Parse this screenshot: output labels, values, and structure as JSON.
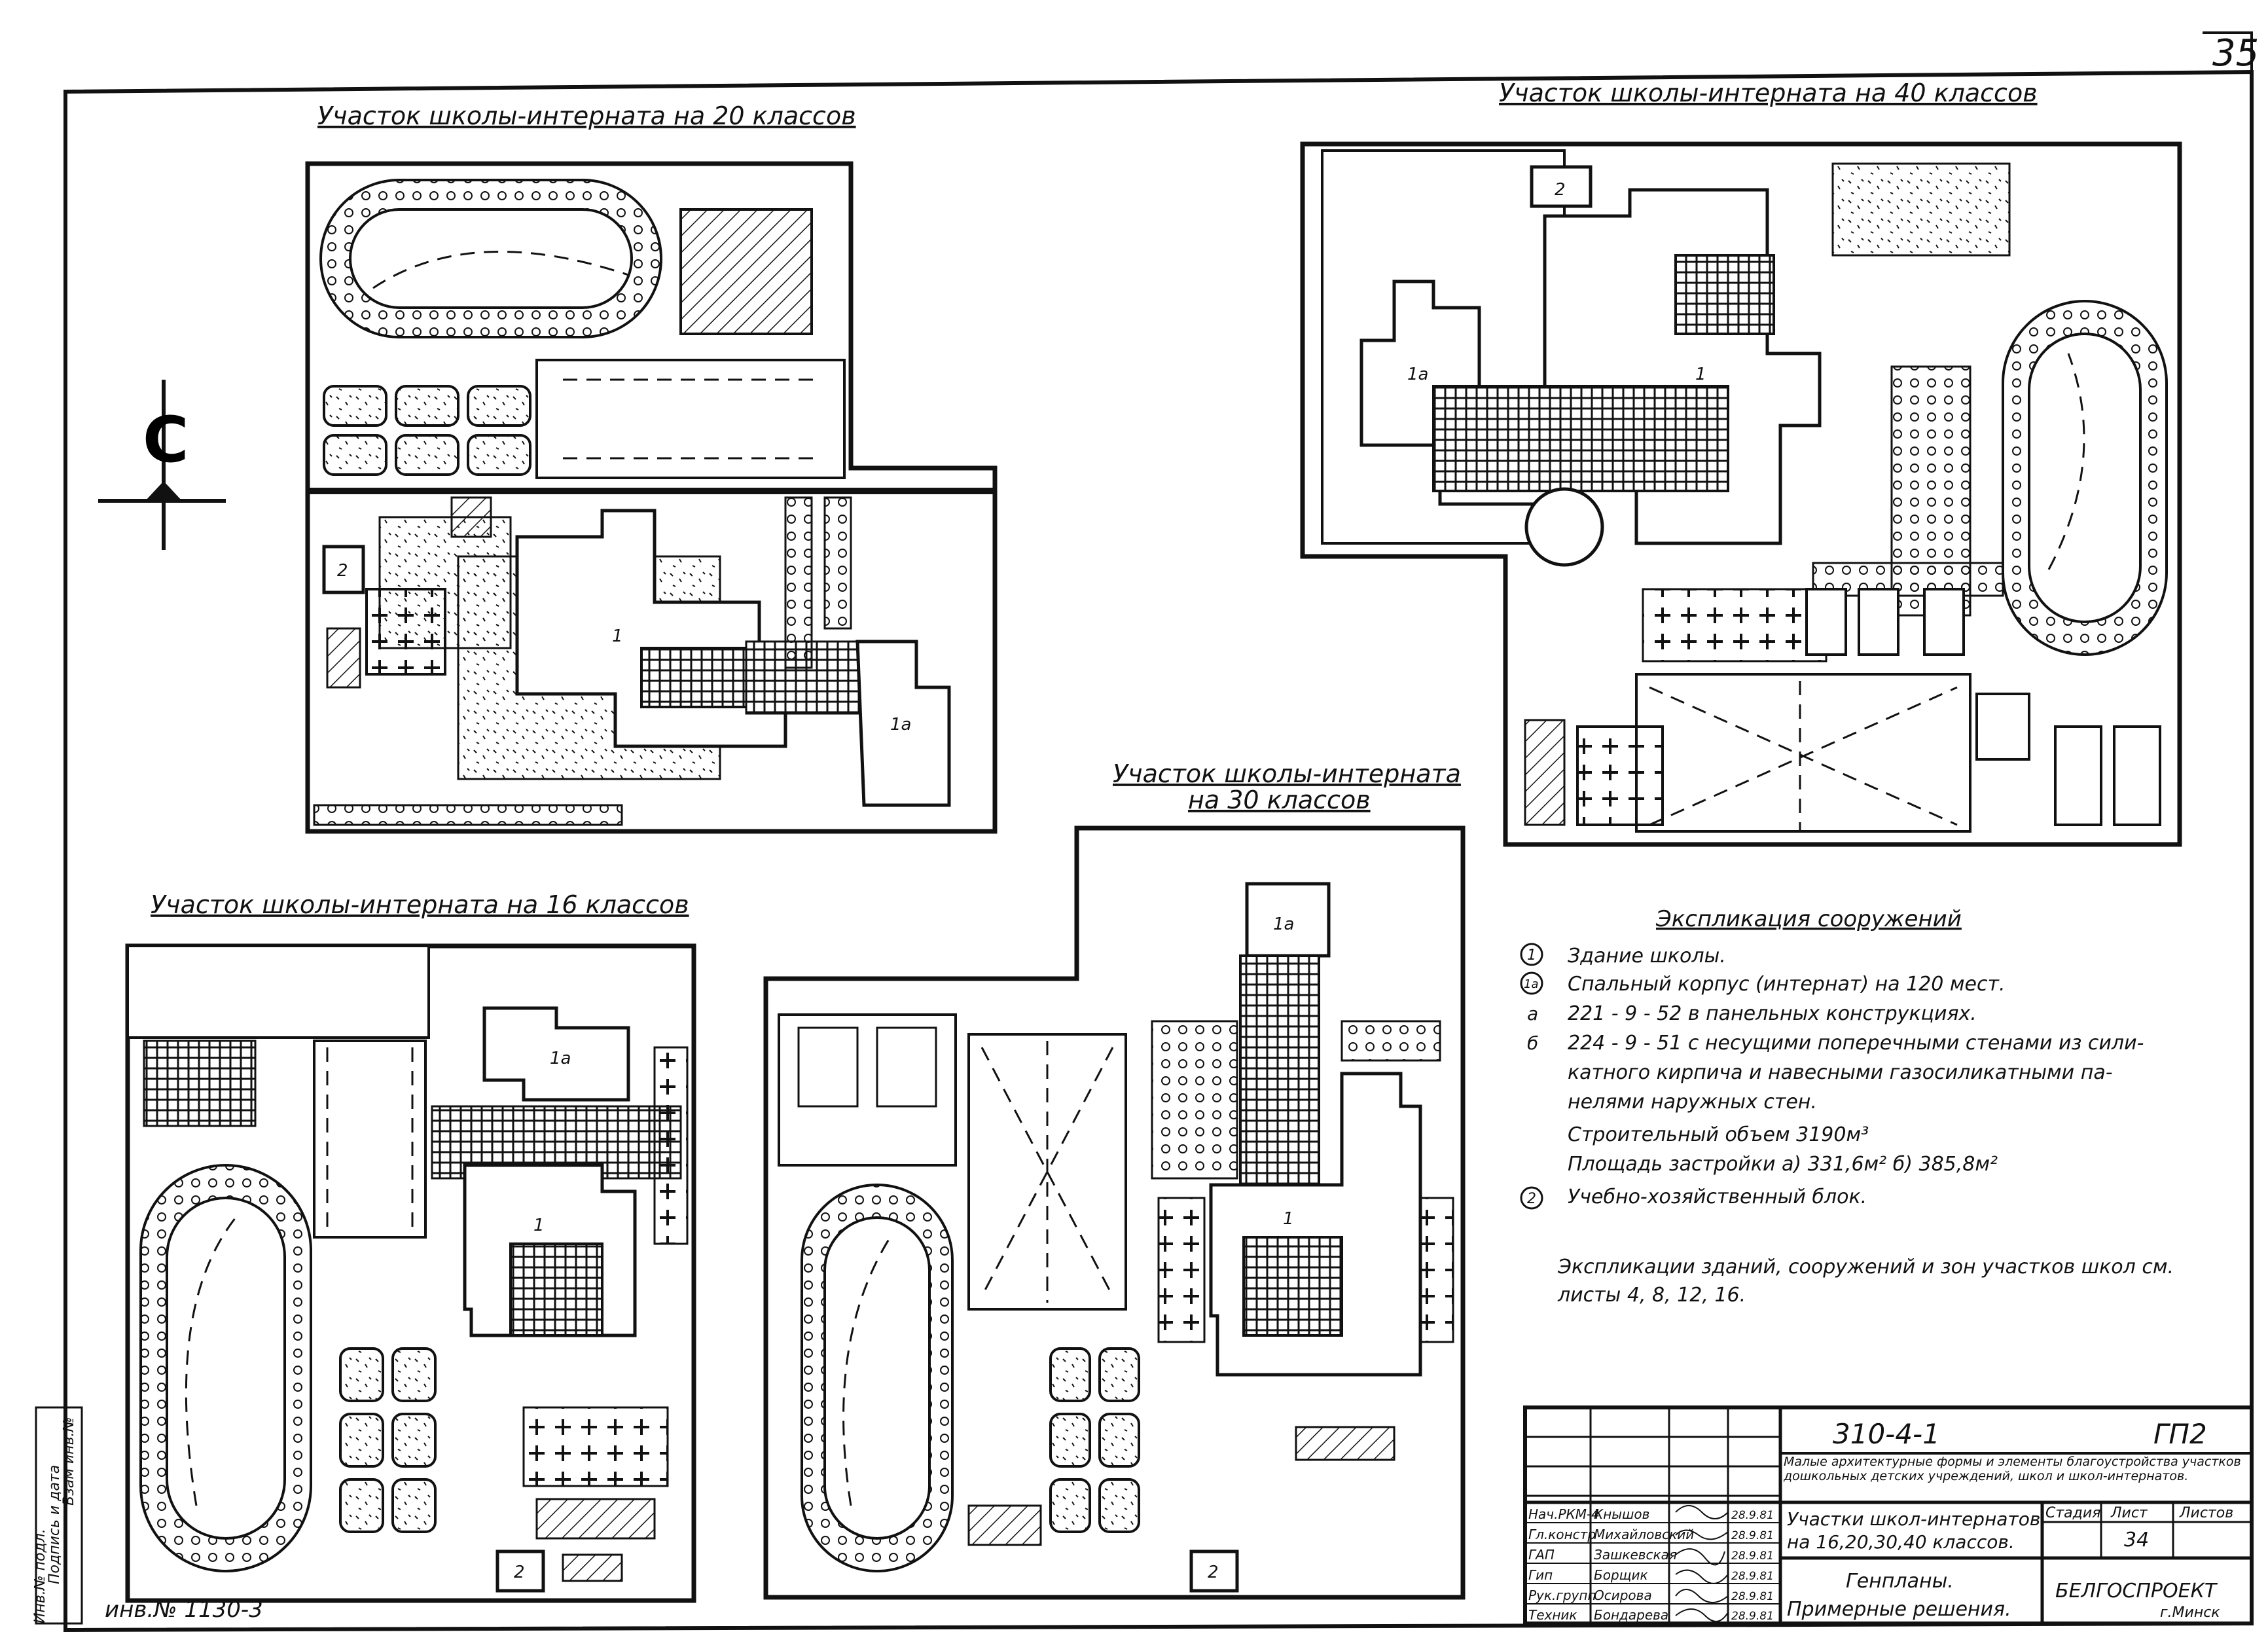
{
  "sheet": {
    "page_number": "35",
    "archive_no": "инв.№ 1130-3",
    "margin_stamps": [
      "Взам инв.№",
      "Подпись и дата",
      "Инв.№ подл."
    ]
  },
  "plans": {
    "p20": {
      "title": "Участок школы-интерната на 20 классов",
      "labels": [
        "1",
        "1а",
        "2"
      ]
    },
    "p40": {
      "title": "Участок школы-интерната на 40 классов",
      "labels": [
        "1",
        "1а",
        "2"
      ]
    },
    "p30": {
      "title": "Участок школы-интерната",
      "title2": "на 30 классов",
      "labels": [
        "1",
        "1а",
        "2"
      ]
    },
    "p16": {
      "title": "Участок школы-интерната на 16 классов",
      "labels": [
        "1",
        "1а",
        "2"
      ]
    }
  },
  "north_sign": "С",
  "legend": {
    "title": "Экспликация сооружений",
    "items": [
      {
        "mark": "1",
        "text": "Здание школы."
      },
      {
        "mark": "1а",
        "text": "Спальный корпус (интернат) на 120 мест."
      },
      {
        "mark": "а",
        "text": "221 - 9 - 52   в панельных конструкциях."
      },
      {
        "mark": "б",
        "text": "224 - 9 - 51   с несущими поперечными стенами из сили-"
      },
      {
        "mark": "",
        "text": "катного кирпича и навесными газосиликатными па-"
      },
      {
        "mark": "",
        "text": "нелями наружных стен."
      },
      {
        "mark": "",
        "text": "Строительный объем  3190м³"
      },
      {
        "mark": "",
        "text": "Площадь застройки   а) 331,6м²    б) 385,8м²"
      },
      {
        "mark": "2",
        "text": "Учебно-хозяйственный блок."
      }
    ],
    "note1": "Экспликации зданий, сооружений и зон участков школ см.",
    "note2": "листы 4, 8, 12, 16."
  },
  "title_block": {
    "code": "310-4-1",
    "sheet_code": "ГП2",
    "description": "Малые архитектурные формы и элементы благоустройства участков дошкольных детских учреждений, школ и школ-интернатов.",
    "subject1": "Участки школ-интернатов",
    "subject2": "на 16,20,30,40 классов.",
    "drawing1": "Генпланы.",
    "drawing2": "Примерные решения.",
    "col_stage": "Стадия",
    "col_sheet": "Лист",
    "col_sheets": "Листов",
    "sheet_no": "34",
    "org": "БЕЛГОСПРОЕКТ",
    "city": "г.Минск",
    "staff": [
      {
        "role": "Нач.РКМ-4",
        "name": "Кнышов",
        "date": "28.9.81"
      },
      {
        "role": "Гл.констр",
        "name": "Михайловский",
        "date": "28.9.81"
      },
      {
        "role": "ГАП",
        "name": "Зашкевская",
        "date": "28.9.81"
      },
      {
        "role": "Гип",
        "name": "Борщик",
        "date": "28.9.81"
      },
      {
        "role": "Рук.групп",
        "name": "Осирова",
        "date": "28.9.81"
      },
      {
        "role": "Техник",
        "name": "Бондарева",
        "date": "28.9.81"
      }
    ]
  }
}
